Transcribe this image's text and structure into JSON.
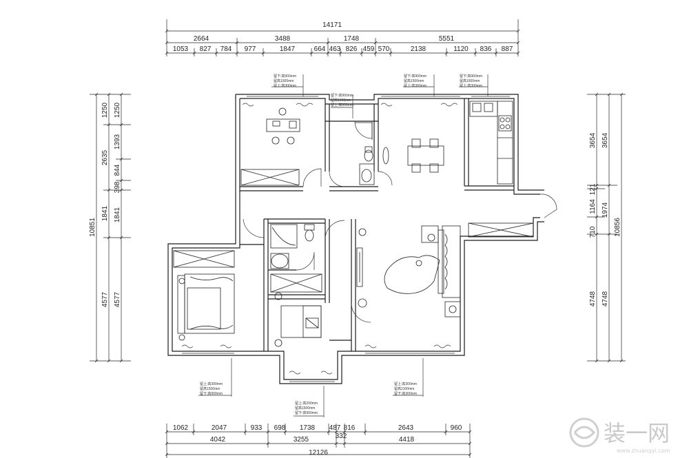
{
  "plan": {
    "top_total": "14171",
    "top_segments_1": [
      "2664",
      "3488",
      "1748",
      "5551"
    ],
    "top_segments_2": [
      "1053",
      "827",
      "784",
      "977",
      "1847",
      "664",
      "463",
      "826",
      "459",
      "570",
      "2138",
      "1120",
      "836",
      "887"
    ],
    "bottom_total": "12126",
    "bottom_segments_1": [
      "4042",
      "3255",
      "332",
      "4418"
    ],
    "bottom_segments_2": [
      "1062",
      "2047",
      "933",
      "698",
      "1738",
      "487",
      "816",
      "2643",
      "960"
    ],
    "left_total": "10851",
    "left_segments_1": [
      "1250",
      "2635",
      "1841",
      "4577"
    ],
    "left_segments_2": [
      "1250",
      "1393",
      "844",
      "398",
      "1841",
      "4577"
    ],
    "right_total": "10856",
    "right_segments_1": [
      "3654",
      "1974",
      "4748"
    ],
    "right_segments_2": [
      "3654",
      "121",
      "1164",
      "710",
      "4748"
    ],
    "notes": {
      "a": [
        "留下:高900mm",
        "留高1500mm",
        "留上:高300mm"
      ],
      "b": [
        "留下:高900mm",
        "留高1500mm",
        "留上:高300mm"
      ],
      "c": [
        "留下:高900mm",
        "留高1500mm",
        "留上:高300mm"
      ],
      "d": [
        "留下:高900mm",
        "留高1500mm",
        "留上:高300mm"
      ],
      "e": [
        "留上:高300mm",
        "留高1500mm",
        "留下:高900mm"
      ],
      "f": [
        "留上:高300mm",
        "留高2100mm",
        "留下:高300mm"
      ],
      "g": [
        "留上:高200mm",
        "留高1500mm",
        "留下:高900mm"
      ]
    }
  },
  "watermark": {
    "logo_text": "装一网",
    "url": "www.zhuangyi.com"
  }
}
